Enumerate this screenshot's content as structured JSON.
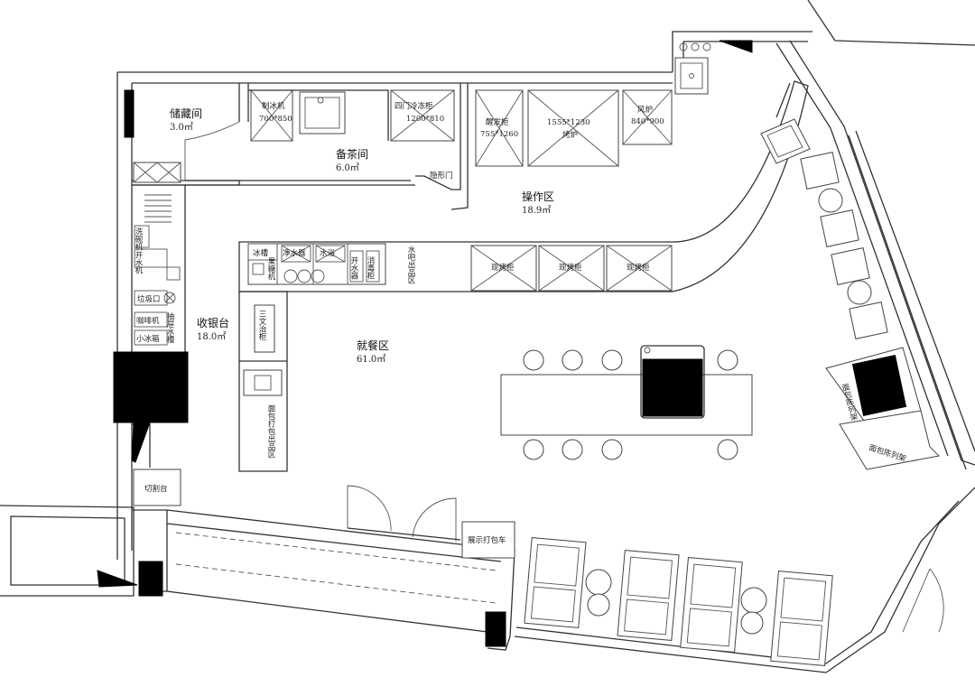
{
  "rooms": {
    "storage": {
      "name": "储藏间",
      "area": "3.0㎡"
    },
    "tea_prep": {
      "name": "备茶间",
      "area": "6.0㎡"
    },
    "operation": {
      "name": "操作区",
      "area": "18.9㎡"
    },
    "cashier": {
      "name": "收银台",
      "area": "18.0㎡"
    },
    "dining": {
      "name": "就餐区",
      "area": "61.0㎡"
    }
  },
  "equipment": {
    "ice_machine": {
      "name": "制冰机",
      "size": "700*850"
    },
    "four_door_fridge": {
      "name": "四门冷冻柜",
      "size": "1200*810"
    },
    "proofing_cabinet": {
      "name": "醒发柜",
      "size": "755*1260"
    },
    "oven": {
      "name": "烤炉",
      "size": "1555*1230"
    },
    "stove": {
      "name": "风炉",
      "size": "840*900"
    },
    "hidden_door": "隐形门",
    "ice_sink": "冰槽",
    "fruit_machine": "果糖机",
    "water_purifier": "净水器",
    "water_bath": "水浴",
    "hot_water": "开水器",
    "dryer": "消毒柜",
    "water_bar": "水吧出品区",
    "display_1": "现烤柜",
    "display_2": "现烤柜",
    "display_3": "现烤柜",
    "sandwich": "三文治柜",
    "bread_pack": "面包打包出品区",
    "dishwasher": "洗碗机",
    "open_machine": "开水机",
    "trash": "垃圾口",
    "coffee": "咖啡机",
    "mini_fridge": "小冰箱",
    "drain_sink": "抽屉水槽",
    "cutting_table": "切割台",
    "display_cart": "展示打包车",
    "bread_rack_1": "面包陈列架",
    "bread_rack_2": "面包陈列架"
  },
  "colors": {
    "line": "#333333",
    "fill": "#ffffff",
    "solid": "#000000"
  }
}
